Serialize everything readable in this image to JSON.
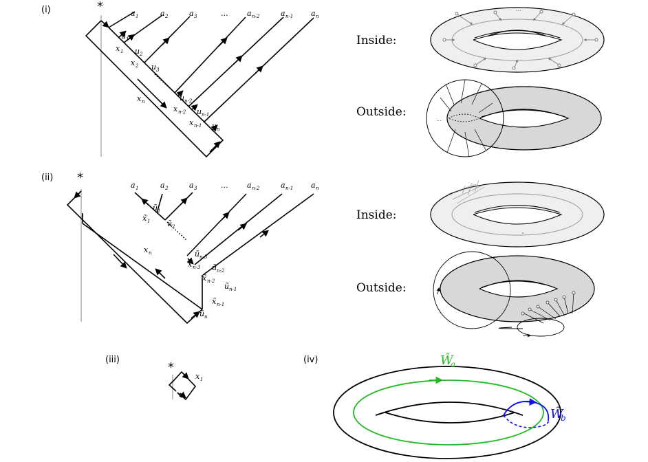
{
  "panels": {
    "p1": "(i)",
    "p2": "(ii)",
    "p3": "(iii)",
    "p4": "(iv)"
  },
  "star": "*",
  "words": {
    "inside": "Inside:",
    "outside": "Outside:"
  },
  "top_labels": {
    "a1": "a",
    "a1s": "1",
    "a2": "a",
    "a2s": "2",
    "a3": "a",
    "a3s": "3",
    "dots": "...",
    "an2": "a",
    "an2s": "n-2",
    "an1": "a",
    "an1s": "n-1",
    "an": "a",
    "ans": "n"
  },
  "diagram_i": {
    "u1": "u",
    "u1s": "1",
    "u2": "u",
    "u2s": "2",
    "u3": "u",
    "u3s": "3",
    "x1": "x",
    "x1s": "1",
    "x2": "x",
    "x2s": "2",
    "xn": "x",
    "xns": "n",
    "un2": "u",
    "un2s": "n-2",
    "xn2": "x",
    "xn2s": "n-2",
    "un1": "u",
    "un1s": "n-1",
    "xn1": "x",
    "xn1s": "n-1",
    "un": "u",
    "uns": "n"
  },
  "diagram_ii": {
    "tu1": "ũ",
    "tu1s": "1",
    "tx1": "x̃",
    "tx1s": "1",
    "tu2": "ũ",
    "tu2s": "2",
    "xn": "x",
    "xns": "n",
    "tun3": "ũ",
    "tun3s": "n-3",
    "txn3": "x̃",
    "txn3s": "n-3",
    "tun2": "ũ",
    "tun2s": "n-2",
    "txn2": "x̃",
    "txn2s": "n-2",
    "tun1": "ũ",
    "tun1s": "n-1",
    "txn1": "x̃",
    "txn1s": "n-1",
    "tun": "ũ",
    "tuns": "n"
  },
  "diagram_iii": {
    "x1": "x",
    "x1s": "1"
  },
  "diagram_iv": {
    "wa": "Ŵ",
    "was": "a",
    "wb": "Ŵ",
    "wbs": "b",
    "wa_color": "#22bb22",
    "wb_color": "#1010ee"
  },
  "torus_dots": "..."
}
